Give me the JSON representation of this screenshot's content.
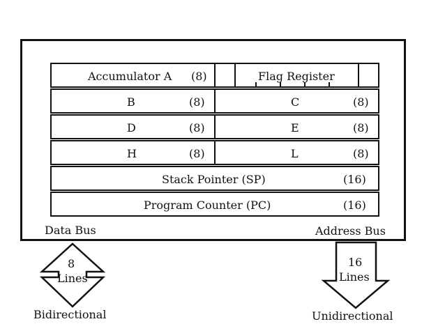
{
  "registers": {
    "acc_label": "Accumulator A",
    "acc_bits": "(8)",
    "flag_label": "Flag Register",
    "b_label": "B",
    "b_bits": "(8)",
    "c_label": "C",
    "c_bits": "(8)",
    "d_label": "D",
    "d_bits": "(8)",
    "e_label": "E",
    "e_bits": "(8)",
    "h_label": "H",
    "h_bits": "(8)",
    "l_label": "L",
    "l_bits": "(8)",
    "sp_label": "Stack Pointer (SP)",
    "sp_bits": "(16)",
    "pc_label": "Program Counter (PC)",
    "pc_bits": "(16)"
  },
  "buses": {
    "data_bus": "Data Bus",
    "data_lines_num": "8",
    "data_lines_word": "Lines",
    "data_direction": "Bidirectional",
    "address_bus": "Address Bus",
    "address_lines_num": "16",
    "address_lines_word": "Lines",
    "address_direction": "Unidirectional"
  }
}
